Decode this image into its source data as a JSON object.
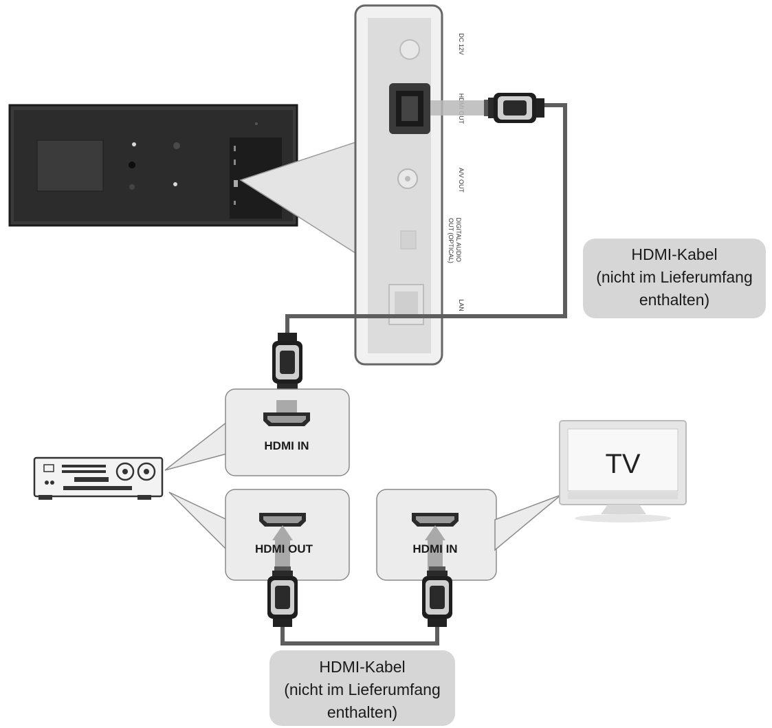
{
  "colors": {
    "cable": "#5e5e5e",
    "callout_fill": "#ececec",
    "callout_stroke": "#8a8a8a",
    "label_fill": "#d6d6d6",
    "arrow": "#a9a9a9",
    "panel_dark": "#2f2f2f",
    "box_fill": "#f4f4f4"
  },
  "player_rear_panel": {
    "ports": [
      {
        "label": "DC 12V"
      },
      {
        "label": "HDMI OUT"
      },
      {
        "label": "A/V OUT"
      },
      {
        "label": "DIGITAL AUDIO\nOUT (OPTICAL)"
      },
      {
        "label": "LAN"
      }
    ]
  },
  "callouts": {
    "receiver_in": {
      "label": "HDMI IN"
    },
    "receiver_out": {
      "label": "HDMI OUT"
    },
    "tv_in": {
      "label": "HDMI IN"
    }
  },
  "tv": {
    "label": "TV"
  },
  "cable_labels": {
    "top": {
      "lines": [
        "HDMI-Kabel",
        "(nicht im Lieferumfang",
        "enthalten)"
      ]
    },
    "bottom": {
      "lines": [
        "HDMI-Kabel",
        "(nicht im Lieferumfang",
        "enthalten)"
      ]
    }
  },
  "icons": {
    "hdmi_connector": "hdmi-plug-icon",
    "hdmi_port": "hdmi-port-icon",
    "av_receiver": "av-receiver-icon",
    "television": "tv-icon",
    "player": "player-front-icon"
  }
}
